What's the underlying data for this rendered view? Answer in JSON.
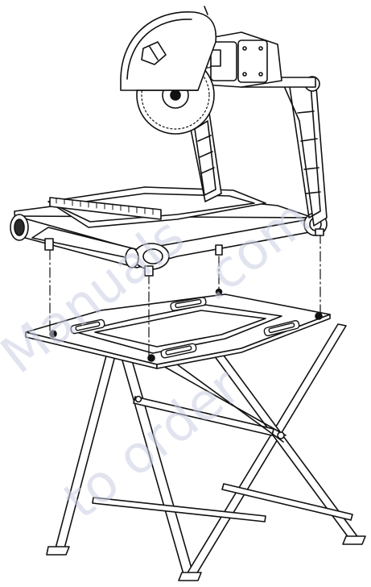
{
  "watermark": {
    "text": "Manuals to order .com",
    "segments": [
      "Manuals",
      "to order",
      ".com"
    ],
    "color": "#b8c0dc"
  },
  "colors": {
    "line": "#111111",
    "fill": "#ffffff",
    "shade": "#2a2a2a"
  }
}
